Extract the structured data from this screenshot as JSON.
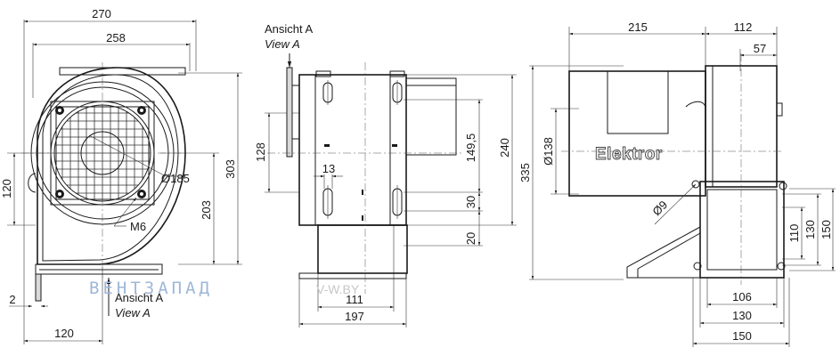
{
  "views": {
    "view_label_de": "Ansicht A",
    "view_label_en": "View A"
  },
  "front_view": {
    "dims": {
      "overall_width": "270",
      "inner_width": "258",
      "height_total": "303",
      "height_203": "203",
      "left_120": "120",
      "bottom_120": "120",
      "foot_2": "2",
      "diameter": "Ø185",
      "thread": "M6"
    }
  },
  "side_view": {
    "dims": {
      "d128": "128",
      "d13": "13",
      "d149_5": "149,5",
      "d240": "240",
      "d30": "30",
      "d20": "20",
      "d111": "111",
      "d197": "197"
    }
  },
  "rear_view": {
    "brand": "Elektror",
    "dims": {
      "d215": "215",
      "d112": "112",
      "d57": "57",
      "d335": "335",
      "d138": "Ø138",
      "d9": "Ø9",
      "d110": "110",
      "d130v": "130",
      "d150v": "150",
      "d106": "106",
      "d130h": "130",
      "d150h": "150"
    }
  },
  "watermark": {
    "left": "ВЕНТЗАПАД",
    "right": "V-W.BY",
    "left_color": "#9fb7d9"
  }
}
